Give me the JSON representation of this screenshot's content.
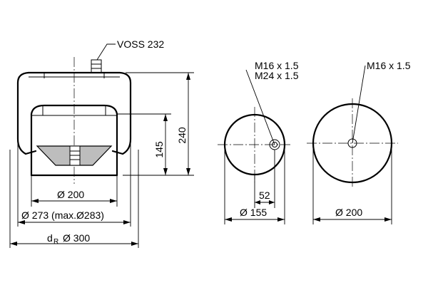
{
  "diagram": {
    "fitting_label": "VOSS 232",
    "height_total": "240",
    "height_piston": "145",
    "dia_piston": "Ø 200",
    "dia_bellow": "Ø 273 (max.Ø283)",
    "dr_main": "d",
    "dr_sub": "R",
    "dia_dr": "Ø 300",
    "top_left_thread_1": "M16 x 1.5",
    "top_left_thread_2": "M24 x 1.5",
    "offset": "52",
    "dia_top_plate": "Ø 155",
    "bottom_thread": "M16 x 1.5",
    "dia_bottom_plate": "Ø 200"
  }
}
